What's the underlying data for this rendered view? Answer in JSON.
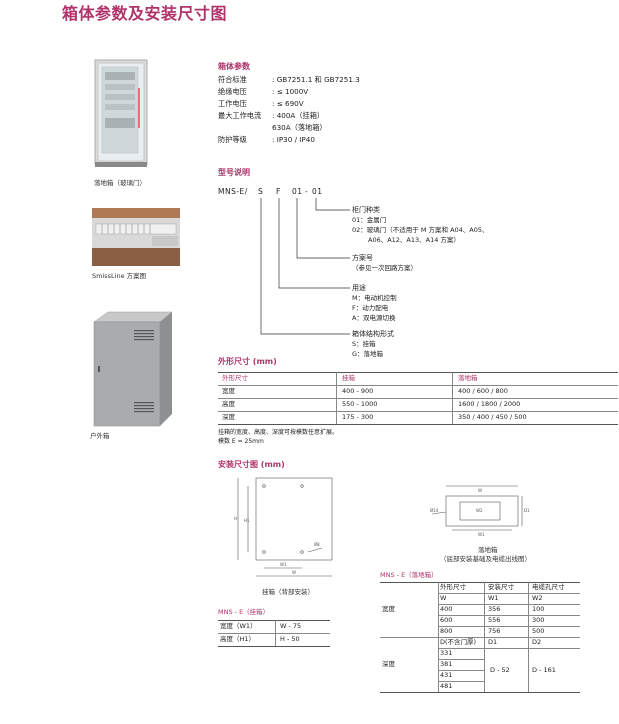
{
  "title": "箱体参数及安装尺寸图",
  "figures": {
    "cabinet_caption": "落地箱（玻璃门）",
    "smissline_caption": "SmissLine 方案图",
    "outdoor_caption": "户外箱"
  },
  "box_params": {
    "heading": "箱体参数",
    "rows": [
      {
        "label": "符合标准",
        "value": ": GB7251.1 和 GB7251.3"
      },
      {
        "label": "绝缘电压",
        "value": ": ≤ 1000V"
      },
      {
        "label": "工作电压",
        "value": ": ≤ 690V"
      },
      {
        "label": "最大工作电流",
        "value": ": 400A（挂箱）"
      },
      {
        "label": "",
        "value": "630A（落地箱）"
      },
      {
        "label": "防护等级",
        "value": ": IP30 / IP40"
      }
    ]
  },
  "model": {
    "heading": "型号说明",
    "code_parts": [
      "MNS-E/",
      "S",
      "F",
      "01",
      "-",
      "01"
    ],
    "door_title": "柜门种类",
    "door_lines": [
      "01：金属门",
      "02：玻璃门（不适用于 M 方案和 A04、A05、",
      "A06、A12、A13、A14 方案）"
    ],
    "scheme_title": "方案号",
    "scheme_lines": [
      "（参见一次回路方案）"
    ],
    "use_title": "用途",
    "use_lines": [
      "M：电动机控制",
      "F：动力配电",
      "A：双电源切换"
    ],
    "struct_title": "箱体结构形式",
    "struct_lines": [
      "S：挂箱",
      "G：落地箱"
    ]
  },
  "outline": {
    "heading": "外形尺寸 (mm)",
    "headers": [
      "外形尺寸",
      "挂箱",
      "落地箱"
    ],
    "rows": [
      [
        "宽度",
        "400 - 900",
        "400 / 600 / 800"
      ],
      [
        "高度",
        "550 - 1000",
        "1600 / 1800 / 2000"
      ],
      [
        "深度",
        "175 - 300",
        "350 / 400 / 450 / 500"
      ]
    ],
    "notes": [
      "挂箱的宽度、高度、深度可按模数任意扩展。",
      "模数 E = 25mm"
    ]
  },
  "install": {
    "heading": "安装尺寸图 (mm)",
    "wall_caption": "挂箱（背部安装）",
    "floor_caption_1": "落地箱",
    "floor_caption_2": "（底部安装基础及电缆出线图）",
    "wall_table_title": "MNS - E（挂箱）",
    "wall_rows": [
      [
        "宽度（W1）",
        "W - 75"
      ],
      [
        "高度（H1）",
        "H - 50"
      ]
    ],
    "floor_table_title": "MNS - E（落地箱）",
    "floor_headers": [
      "外形尺寸",
      "安装尺寸",
      "电缆孔尺寸"
    ],
    "floor_width_label": "宽度",
    "floor_width_sub": [
      "W",
      "W1",
      "W2"
    ],
    "floor_width_rows": [
      [
        "400",
        "356",
        "100"
      ],
      [
        "600",
        "556",
        "300"
      ],
      [
        "800",
        "756",
        "500"
      ]
    ],
    "floor_depth_label": "深度",
    "floor_depth_sub": [
      "D(不含门厚)",
      "D1",
      "D2"
    ],
    "floor_depth_values": [
      "331",
      "381",
      "431",
      "481"
    ],
    "floor_depth_d1": "D - 52",
    "floor_depth_d2": "D - 161"
  }
}
